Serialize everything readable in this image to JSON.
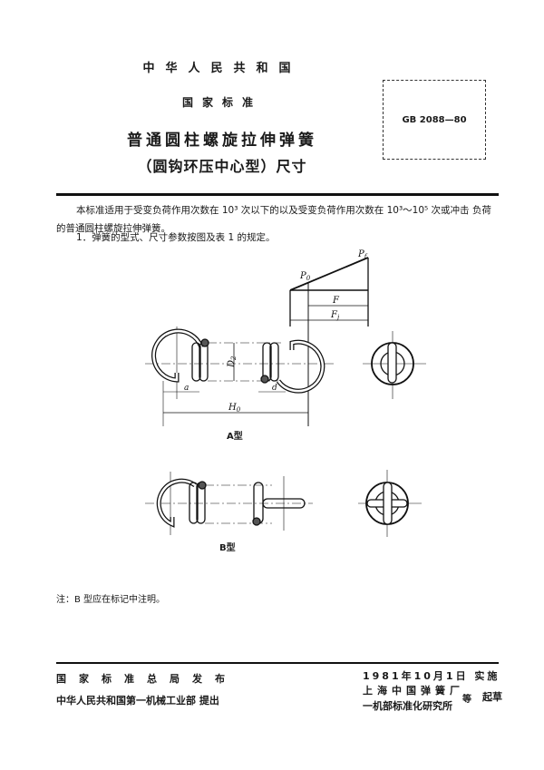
{
  "header": {
    "country": "中华人民共和国",
    "standard_label": "国家标准",
    "title": "普通圆柱螺旋拉伸弹簧",
    "subtitle": "（圆钩环压中心型）尺寸",
    "code": "GB 2088—80"
  },
  "body": {
    "paragraph1": "本标准适用于受变负荷作用次数在 10³ 次以下的以及受变负荷作用次数在 10³～10⁵ 次或冲击 负荷的普通圆柱螺旋拉伸弹簧。",
    "paragraph2": "1．弹簧的型式、尺寸参数按图及表 1 的规定。"
  },
  "figure": {
    "labels": {
      "pf": "Pf",
      "p0": "P0",
      "f": "F",
      "fj": "Fj",
      "d2": "D2",
      "a": "a",
      "d": "d",
      "h0": "H0"
    },
    "type_a_caption": "A型",
    "type_b_caption": "B型"
  },
  "note": "注：B 型应在标记中注明。",
  "footer": {
    "publisher": "国家标准总局发布",
    "proposer": "中华人民共和国第一机械工业部  提出",
    "effective_date": "1981年10月1日 实施",
    "drafter_line1": "上海中国弹簧厂",
    "drafter_line2": "一机部标准化研究所",
    "drafter_suffix": "等",
    "drafted": "起草"
  }
}
